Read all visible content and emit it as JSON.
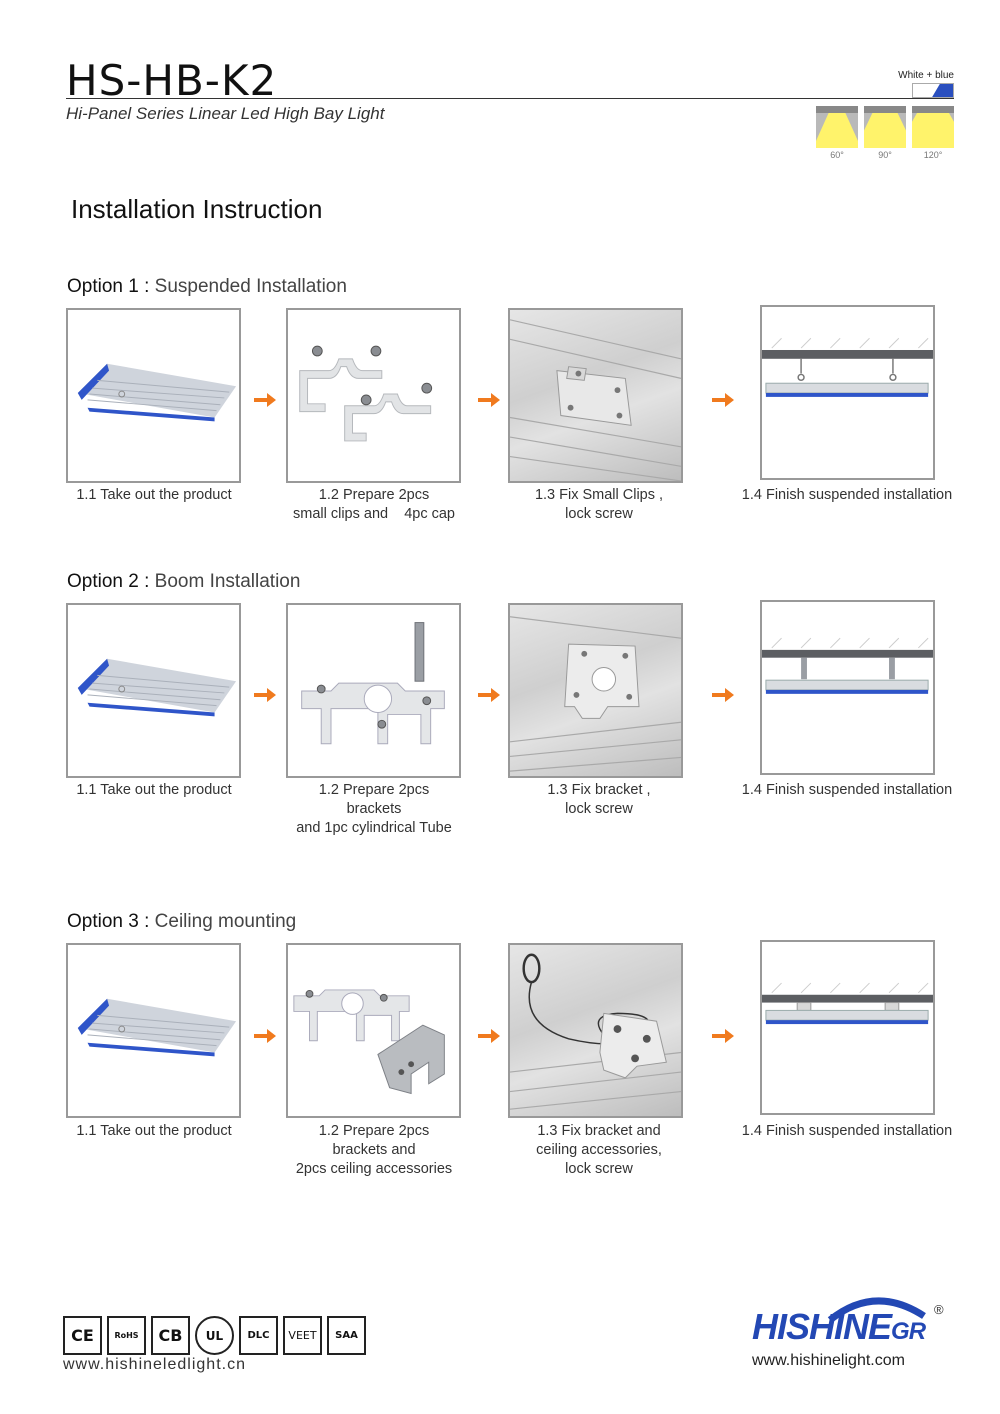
{
  "header": {
    "model": "HS-HB-K2",
    "subtitle": "Hi-Panel Series Linear Led High Bay Light",
    "color_option": "White + blue",
    "beam_angles": [
      "60°",
      "90°",
      "120°"
    ]
  },
  "section_title": "Installation Instruction",
  "options": [
    {
      "prefix": "Option 1 : ",
      "name": "Suspended Installation",
      "steps": [
        "1.1 Take out the product",
        "1.2 Prepare 2pcs\nsmall clips and    4pc cap",
        "1.3 Fix Small Clips ,\nlock screw",
        "1.4 Finish suspended installation"
      ]
    },
    {
      "prefix": "Option 2 : ",
      "name": "Boom Installation",
      "steps": [
        "1.1 Take out the product",
        "1.2 Prepare 2pcs\nbrackets\nand 1pc cylindrical Tube",
        "1.3 Fix bracket ,\nlock screw",
        "1.4 Finish suspended installation"
      ]
    },
    {
      "prefix": "Option 3 : ",
      "name": "Ceiling mounting",
      "steps": [
        "1.1 Take out the product",
        "1.2 Prepare 2pcs\nbrackets and\n2pcs ceiling accessories",
        "1.3 Fix bracket and\nceiling accessories,\nlock screw",
        "1.4 Finish suspended installation"
      ]
    }
  ],
  "footer": {
    "certifications": [
      "CE",
      "RoHS",
      "CB",
      "UL",
      "DLC",
      "VEET",
      "SAA"
    ],
    "website_left": "www.hishineledlight.cn",
    "brand": "HISHINE",
    "brand_suffix": "GR",
    "registered": "®",
    "website_right": "www.hishinelight.com"
  },
  "colors": {
    "accent_orange": "#f07a1e",
    "brand_blue": "#2348b4",
    "beam_yellow": "#f6e21c"
  }
}
